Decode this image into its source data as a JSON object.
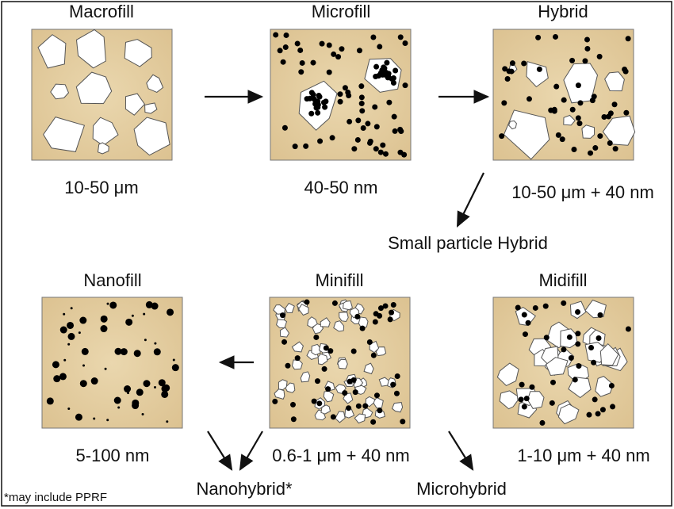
{
  "panels": [
    {
      "title": "Macrofill",
      "size": "10-50 μm",
      "kind": "macro"
    },
    {
      "title": "Microfill",
      "size": "40-50 nm",
      "kind": "micro"
    },
    {
      "title": "Hybrid",
      "size": "10-50 μm + 40 nm",
      "kind": "hybrid"
    },
    {
      "title": "Nanofill",
      "size": "5-100 nm",
      "kind": "nano"
    },
    {
      "title": "Minifill",
      "size": "0.6-1 μm + 40 nm",
      "kind": "mini"
    },
    {
      "title": "Midifill",
      "size": "1-10 μm + 40 nm",
      "kind": "midi"
    }
  ],
  "labels": {
    "small_particle_hybrid": "Small particle Hybrid",
    "nanohybrid": "Nanohybrid*",
    "microhybrid": "Microhybrid",
    "footnote": "*may include PPRF"
  },
  "colors": {
    "background": "#e6d2a6",
    "particle": "#000000",
    "filler": "#ffffff"
  }
}
